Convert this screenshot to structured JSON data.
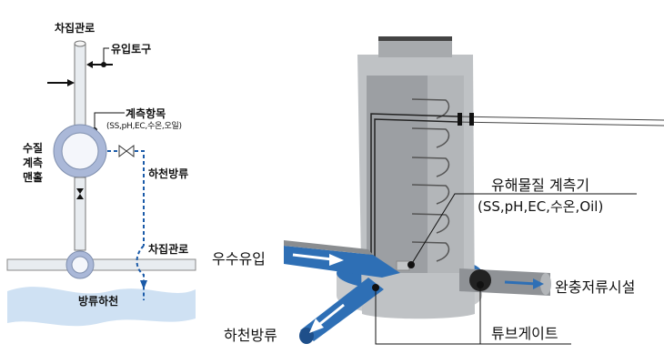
{
  "left_diagram": {
    "top_pipe_label": "차집관로",
    "inlet_label": "유입토구",
    "measure_items_label": "계측항목",
    "measure_items_detail": "(SS,pH,EC,수온,오일)",
    "manhole_label": [
      "수질",
      "계측",
      "맨홀"
    ],
    "river_discharge_label": "하천방류",
    "interceptor_label": "차집관로",
    "receiving_river_label": "방류하천"
  },
  "right_diagram": {
    "sensor_label": "유해물질 계측기",
    "sensor_detail": "(SS,pH,EC,수온,Oil)",
    "stormwater_inflow_label": "우수유입",
    "buffer_storage_label": "완충저류시설",
    "river_discharge_label": "하천방류",
    "tube_gate_label": "튜브게이트"
  },
  "colors": {
    "pipe_blue": "#2e6fb5",
    "pipe_light": "#9fb4d6",
    "water": "#cfe1f3",
    "dashed": "#1a5aa8",
    "concrete": "#b5b8bb"
  }
}
